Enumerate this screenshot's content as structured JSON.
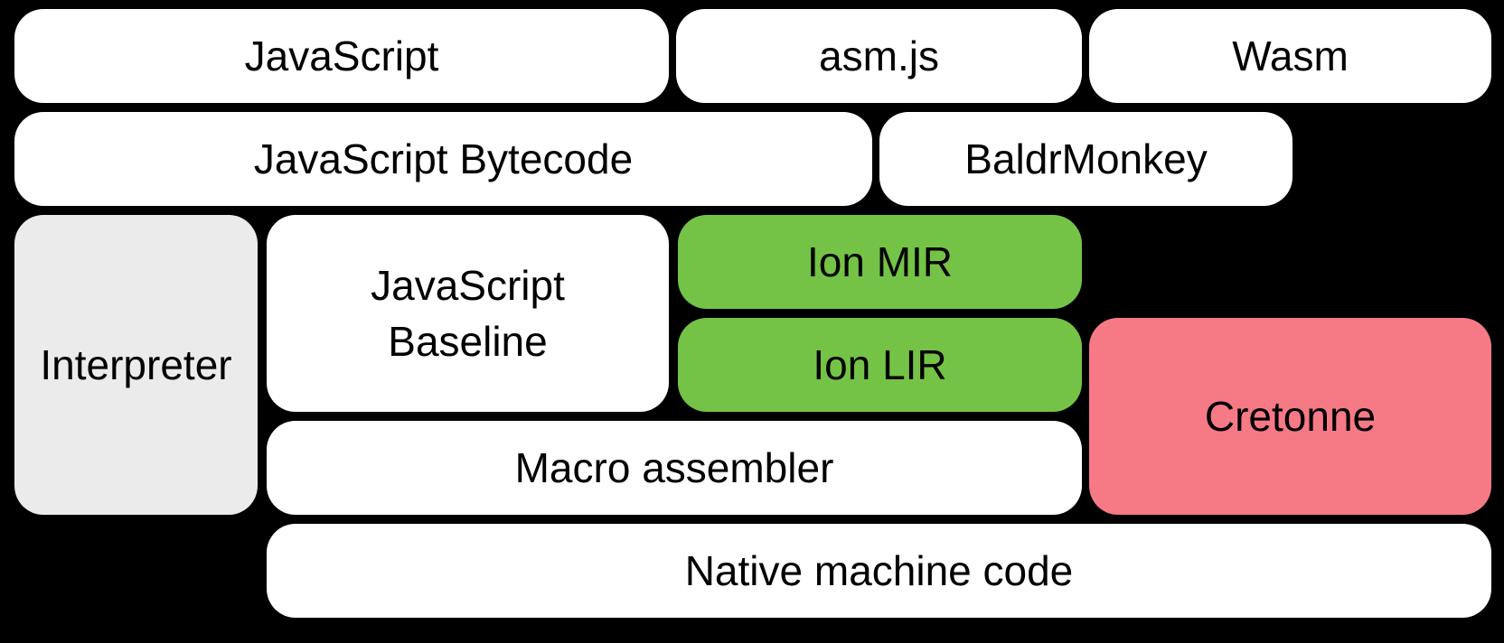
{
  "diagram": {
    "background_color": "#000000",
    "colors": {
      "node_white": "#ffffff",
      "node_gray": "#ebebeb",
      "node_green": "#74c346",
      "node_pink": "#f67986",
      "text": "#000000"
    },
    "nodes": [
      {
        "id": "javascript",
        "label": "JavaScript",
        "color": "#ffffff"
      },
      {
        "id": "asm-js",
        "label": "asm.js",
        "color": "#ffffff"
      },
      {
        "id": "wasm",
        "label": "Wasm",
        "color": "#ffffff"
      },
      {
        "id": "javascript-bytecode",
        "label": "JavaScript Bytecode",
        "color": "#ffffff"
      },
      {
        "id": "baldrmonkey",
        "label": "BaldrMonkey",
        "color": "#ffffff"
      },
      {
        "id": "interpreter",
        "label": "Interpreter",
        "color": "#ebebeb"
      },
      {
        "id": "javascript-baseline",
        "label": "JavaScript\nBaseline",
        "color": "#ffffff"
      },
      {
        "id": "ion-mir",
        "label": "Ion MIR",
        "color": "#74c346"
      },
      {
        "id": "ion-lir",
        "label": "Ion LIR",
        "color": "#74c346"
      },
      {
        "id": "cretonne",
        "label": "Cretonne",
        "color": "#f67986"
      },
      {
        "id": "macro-assembler",
        "label": "Macro assembler",
        "color": "#ffffff"
      },
      {
        "id": "native-machine-code",
        "label": "Native machine code",
        "color": "#ffffff"
      }
    ]
  }
}
